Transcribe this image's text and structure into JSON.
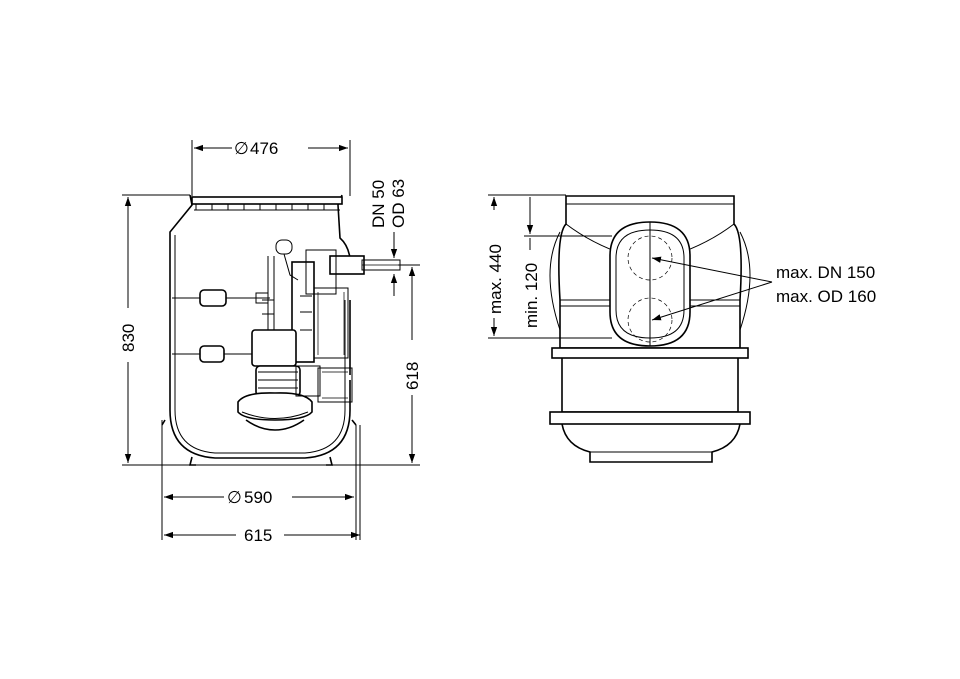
{
  "dimensions": {
    "cover_diameter": "476",
    "tank_height": "830",
    "inlet_height": "618",
    "base_diameter": "590",
    "overall_width": "615",
    "pipe_dn": "DN 50",
    "pipe_od": "OD 63",
    "inlet_max_height": "max. 440",
    "inlet_min_height": "min. 120",
    "inlet_max_dn": "max. DN 150",
    "inlet_max_od": "max. OD 160"
  },
  "symbols": {
    "diameter": "∅"
  }
}
